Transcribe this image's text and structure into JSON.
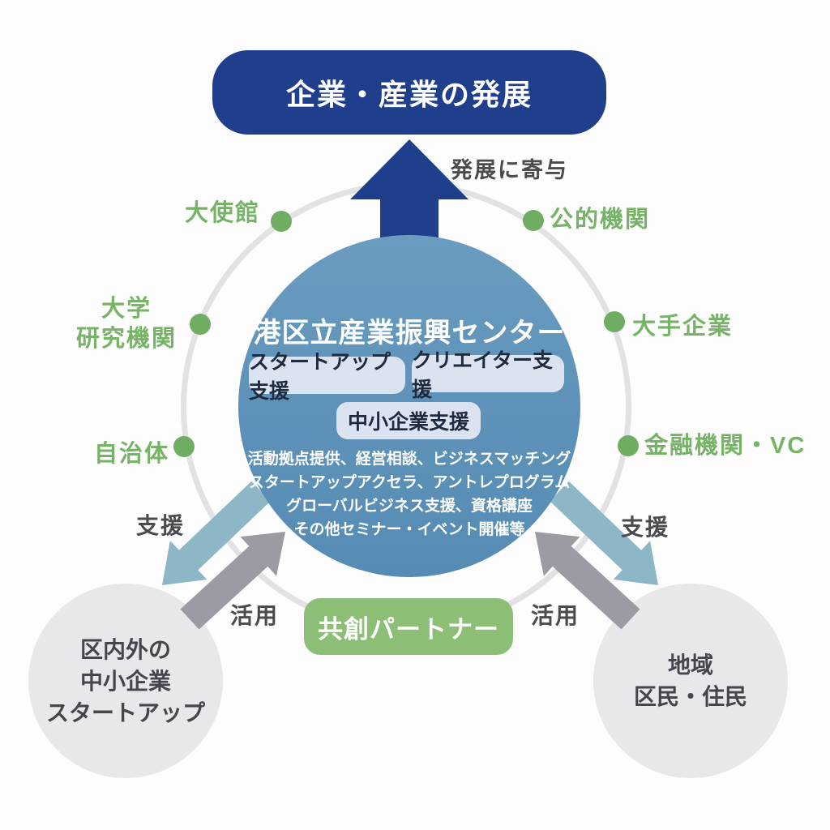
{
  "goal_box": {
    "label": "企業・産業の発展"
  },
  "contribution_label": "発展に寄与",
  "center_circle": {
    "title": "港区立産業振興センター",
    "pills": [
      "スタートアップ支援",
      "クリエイター支援",
      "中小企業支援"
    ],
    "services": [
      "活動拠点提供、経営相談、ビジネスマッチング",
      "スタートアップアクセラ、アントレプログラム",
      "グローバルビジネス支援、資格講座",
      "その他セミナー・イベント開催等"
    ]
  },
  "co_creation_box": {
    "label": "共創パートナー"
  },
  "satellites": [
    {
      "id": "embassy",
      "label": "大使館"
    },
    {
      "id": "public-institutions",
      "label": "公的機関"
    },
    {
      "id": "university-research",
      "lines": [
        "大学",
        "研究機関"
      ]
    },
    {
      "id": "large-companies",
      "label": "大手企業"
    },
    {
      "id": "municipalities",
      "label": "自治体"
    },
    {
      "id": "financial-institutions-vc",
      "label": "金融機関・VC"
    }
  ],
  "flows": {
    "support": "支援",
    "utilize": "活用"
  },
  "beneficiaries": {
    "left": {
      "lines": [
        "区内外の",
        "中小企業",
        "スタートアップ"
      ]
    },
    "right": {
      "lines": [
        "地域",
        "区民・住民"
      ]
    }
  },
  "colors": {
    "navy": "#1f3e8c",
    "steel_blue": "#5d91b8",
    "green_label": "#76b366",
    "green_box": "#8cbe76",
    "teal_arrow": "#8db7c7",
    "gray_arrow": "#9b9ba3",
    "ring_gray": "#e2e2e5",
    "beneficiary_circle_gray": "#e8e8eb",
    "dark_text": "#4a4a4f",
    "pill_bg": "#dbe3f1",
    "pill_text": "#1e2b3e"
  }
}
